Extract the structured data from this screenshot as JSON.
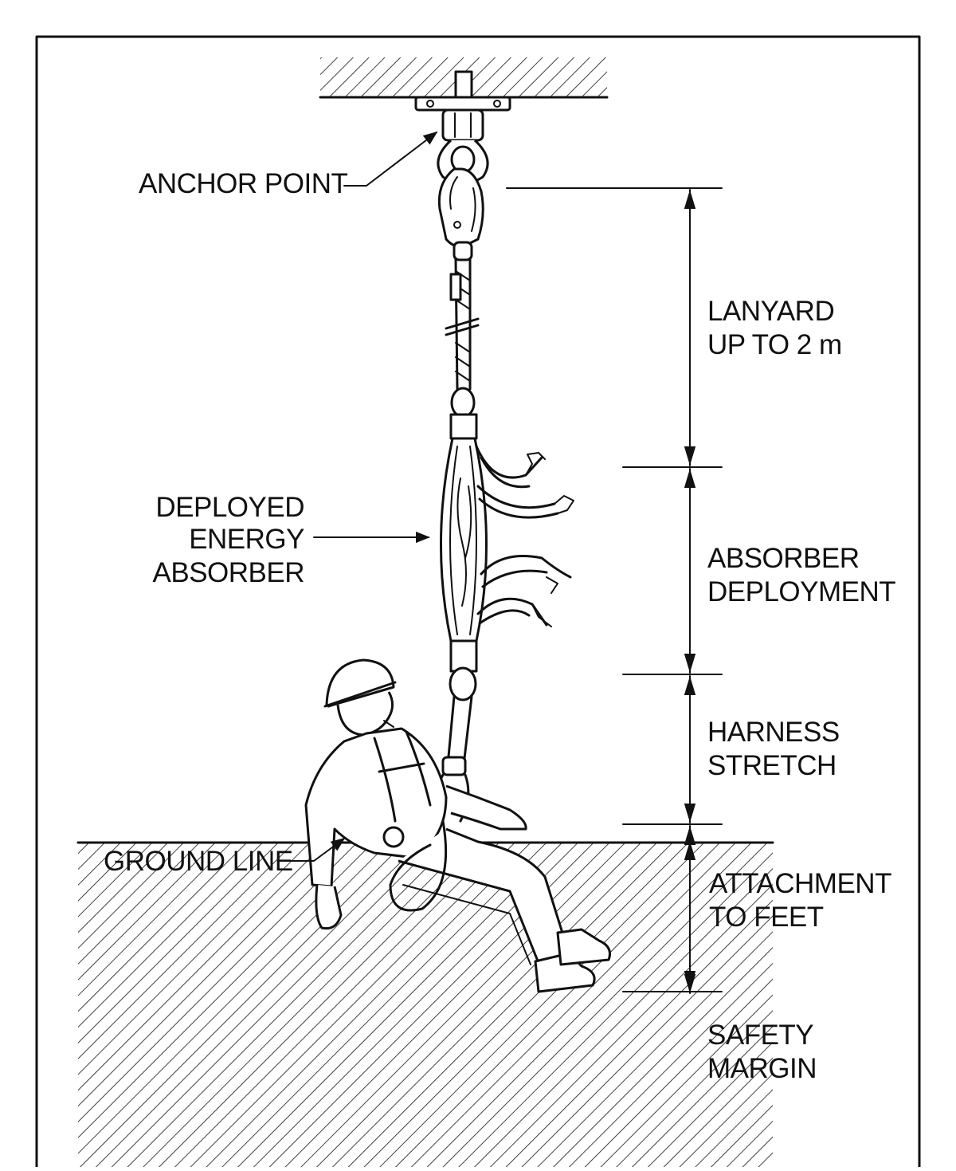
{
  "labels": {
    "anchor_point": "ANCHOR POINT",
    "deployed_energy_absorber": [
      "DEPLOYED",
      "ENERGY",
      "ABSORBER"
    ],
    "ground_line": "GROUND LINE"
  },
  "segments": [
    {
      "id": "lanyard",
      "lines": [
        "LANYARD",
        "UP TO 2 m"
      ]
    },
    {
      "id": "absorber-deployment",
      "lines": [
        "ABSORBER",
        "DEPLOYMENT"
      ]
    },
    {
      "id": "harness-stretch",
      "lines": [
        "HARNESS",
        "STRETCH"
      ]
    },
    {
      "id": "attachment-to-feet",
      "lines": [
        "ATTACHMENT",
        "TO FEET"
      ]
    },
    {
      "id": "safety-margin",
      "lines": [
        "SAFETY",
        "MARGIN"
      ]
    }
  ],
  "colors": {
    "ink": "#111111",
    "background": "#ffffff"
  }
}
